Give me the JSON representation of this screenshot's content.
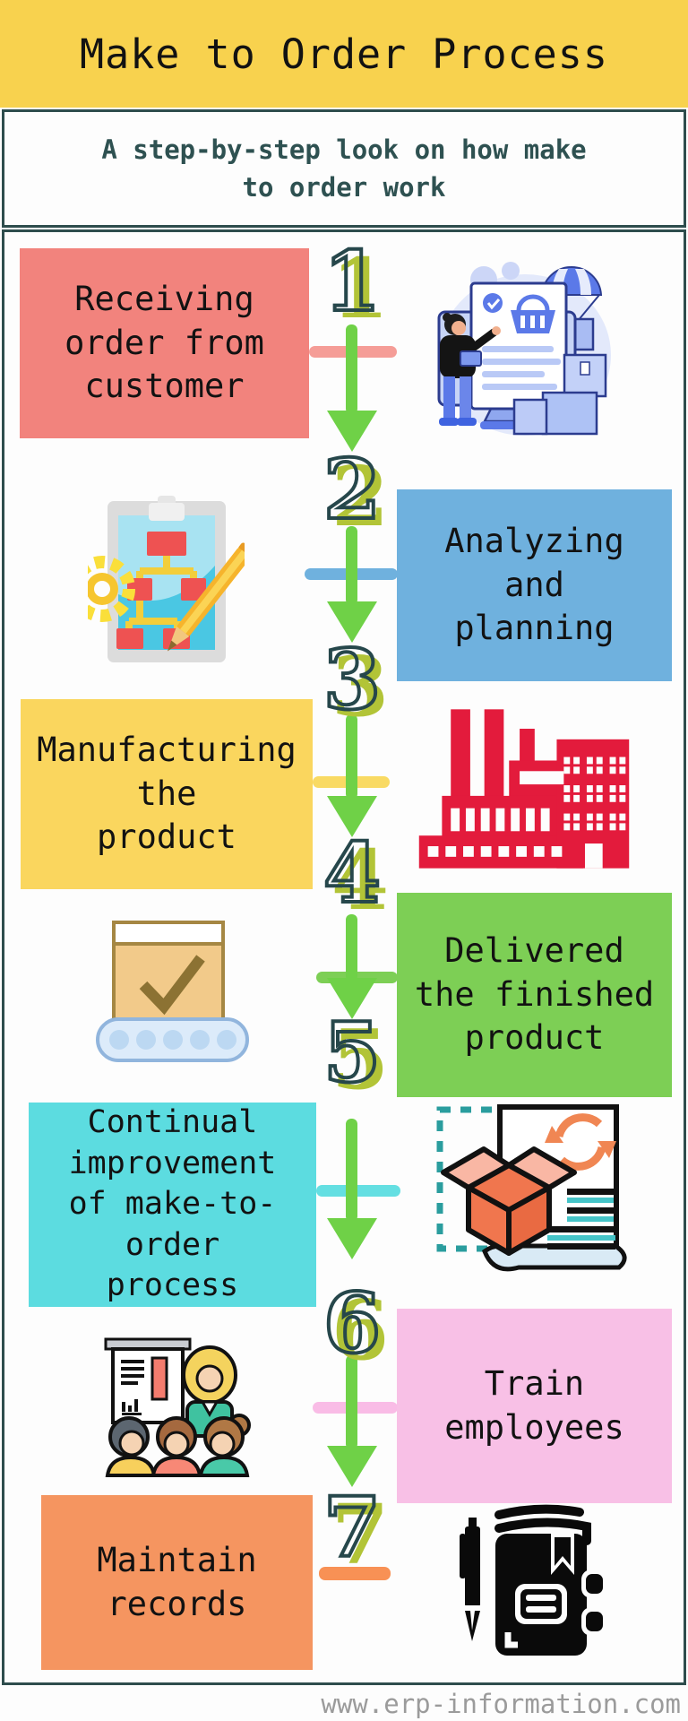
{
  "header": {
    "title": "Make to Order Process"
  },
  "subtitle": {
    "text": "A step-by-step look on how make\nto order work"
  },
  "steps": [
    {
      "number": "1",
      "label": "Receiving\norder from\ncustomer",
      "side": "left",
      "box_color": "#f2837d",
      "connector_color": "#f59d97",
      "icon": "customer-order-illustration"
    },
    {
      "number": "2",
      "label": "Analyzing\nand\nplanning",
      "side": "right",
      "box_color": "#6fb1de",
      "connector_color": "#6fb1de",
      "icon": "planning-clipboard-illustration"
    },
    {
      "number": "3",
      "label": "Manufacturing\nthe\nproduct",
      "side": "left",
      "box_color": "#fad65e",
      "connector_color": "#f9da63",
      "icon": "factory-icon"
    },
    {
      "number": "4",
      "label": "Delivered\nthe finished\nproduct",
      "side": "right",
      "box_color": "#7dcf55",
      "connector_color": "#7dcf55",
      "icon": "conveyor-box-illustration"
    },
    {
      "number": "5",
      "label": "Continual\nimprovement\nof make-to-\norder\nprocess",
      "side": "left",
      "box_color": "#5cdce0",
      "connector_color": "#64dfe2",
      "icon": "process-improvement-illustration"
    },
    {
      "number": "6",
      "label": "Train\nemployees",
      "side": "right",
      "box_color": "#f8c0e6",
      "connector_color": "#f9bce6",
      "icon": "training-illustration"
    },
    {
      "number": "7",
      "label": "Maintain\nrecords",
      "side": "left",
      "box_color": "#f59560",
      "connector_color": "#f89155",
      "icon": "notebook-icon"
    }
  ],
  "footer": {
    "website": "www.erp-information.com"
  },
  "colors": {
    "header_bg": "#f8d24e",
    "panel_border": "#2e4d4d",
    "subtitle_text": "#2e5151",
    "number_fill": "#b2c437",
    "number_outline": "#26474b",
    "arrow_green": "#6fd147",
    "footer_text": "#9b9b9b"
  }
}
